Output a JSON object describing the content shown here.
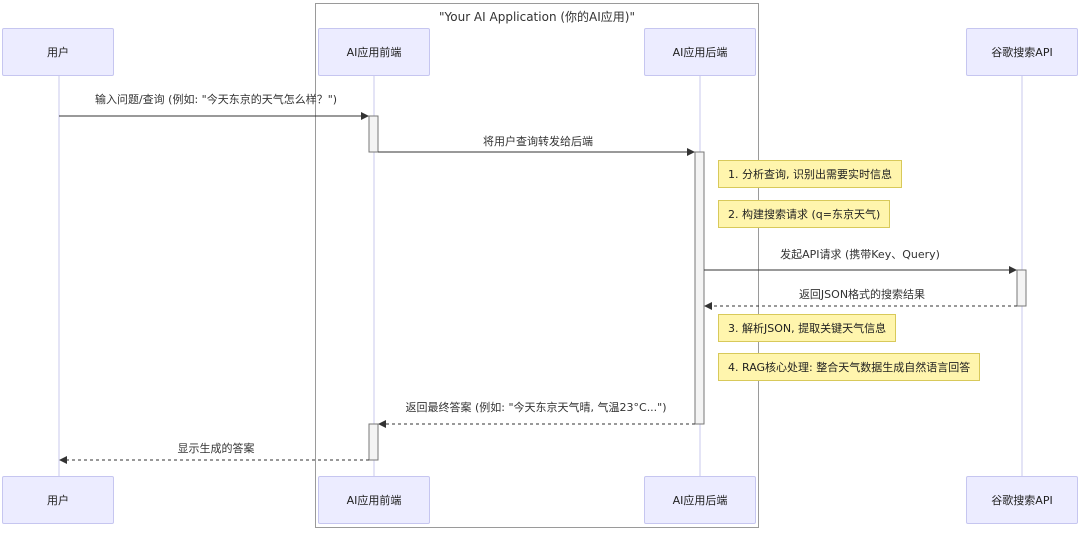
{
  "group_title": "\"Your AI Application (你的AI应用)\"",
  "participants": {
    "user": "用户",
    "frontend": "AI应用前端",
    "backend": "AI应用后端",
    "google": "谷歌搜索API"
  },
  "messages": {
    "m1": "输入问题/查询 (例如: \"今天东京的天气怎么样？\")",
    "m2": "将用户查询转发给后端",
    "m3": "发起API请求 (携带Key、Query)",
    "m4": "返回JSON格式的搜索结果",
    "m5": "返回最终答案 (例如: \"今天东京天气晴, 气温23°C...\")",
    "m6": "显示生成的答案"
  },
  "notes": {
    "n1": "1. 分析查询, 识别出需要实时信息",
    "n2": "2. 构建搜索请求 (q=东京天气)",
    "n3": "3. 解析JSON, 提取关键天气信息",
    "n4": "4. RAG核心处理: 整合天气数据生成自然语言回答"
  },
  "colors": {
    "actor_fill": "#ececff",
    "actor_border": "#c6c6f0",
    "note_fill": "#fff5ad",
    "note_border": "#d8c95a",
    "line": "#333333",
    "lifeline": "#c9c9ee"
  }
}
